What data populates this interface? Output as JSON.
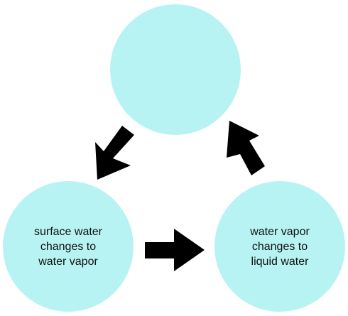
{
  "colors": {
    "node_fill": "#b8f3f3",
    "arrow": "#000000"
  },
  "nodes": {
    "top": {
      "label": ""
    },
    "left": {
      "label": "surface water\nchanges to\nwater vapor"
    },
    "right": {
      "label": "water vapor\nchanges to\nliquid water"
    }
  },
  "arrows": [
    {
      "from": "top",
      "to": "left"
    },
    {
      "from": "left",
      "to": "right"
    },
    {
      "from": "right",
      "to": "top"
    }
  ]
}
